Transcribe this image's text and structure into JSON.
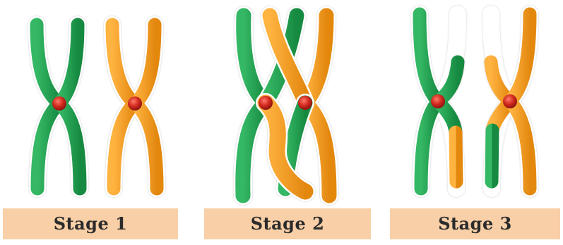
{
  "stages": [
    {
      "label": "Stage 1"
    },
    {
      "label": "Stage 2"
    },
    {
      "label": "Stage 3"
    }
  ],
  "colors": {
    "chromatid_green": "#1f9e4e",
    "chromatid_orange": "#f49b1f",
    "centromere_red": "#c8201a",
    "label_background": "#f8cfa6",
    "label_text": "#2b2b2b"
  }
}
